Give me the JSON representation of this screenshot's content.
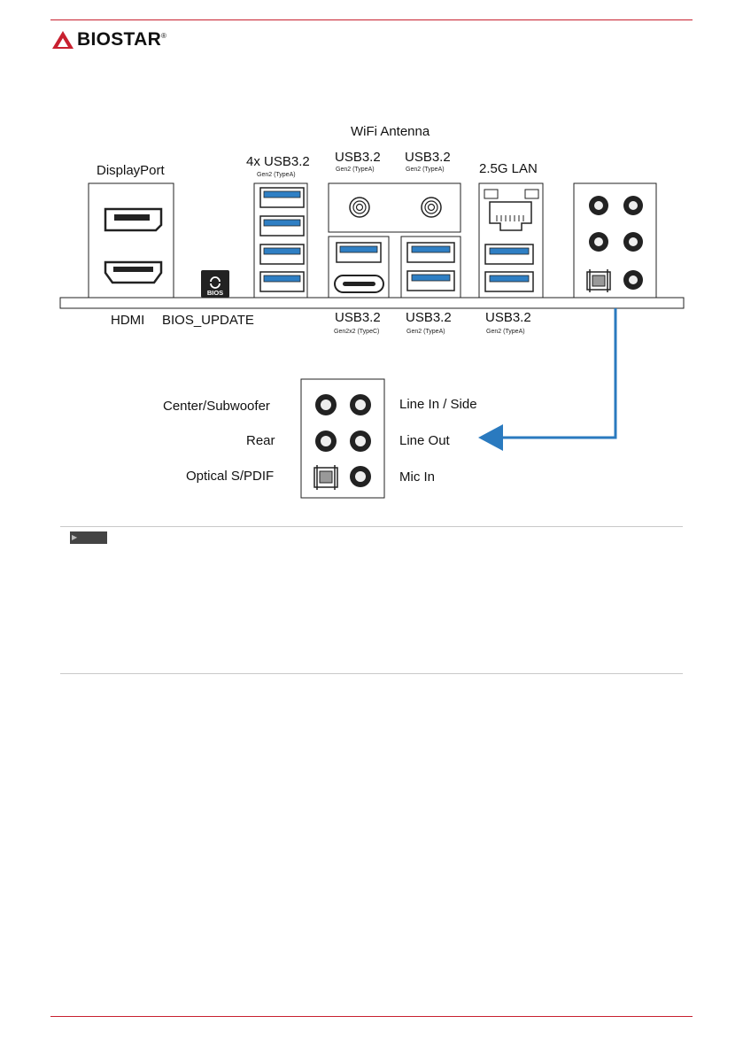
{
  "brand": {
    "name": "BIOSTAR",
    "registered": "®"
  },
  "labels": {
    "wifi_antenna": "WiFi Antenna",
    "displayport": "DisplayPort",
    "usb_4x": "4x USB3.2",
    "usb_4x_sub": "Gen2 (TypeA)",
    "usb_top_1": "USB3.2",
    "usb_top_1_sub": "Gen2 (TypeA)",
    "usb_top_2": "USB3.2",
    "usb_top_2_sub": "Gen2 (TypeA)",
    "lan": "2.5G LAN",
    "hdmi": "HDMI",
    "bios_update": "BIOS_UPDATE",
    "bios_button": "BIOS",
    "usb_bot_1": "USB3.2",
    "usb_bot_1_sub": "Gen2x2 (TypeC)",
    "usb_bot_2": "USB3.2",
    "usb_bot_2_sub": "Gen2 (TypeA)",
    "usb_bot_3": "USB3.2",
    "usb_bot_3_sub": "Gen2 (TypeA)"
  },
  "audio": {
    "center_sub": "Center/Subwoofer",
    "rear": "Rear",
    "optical": "Optical S/PDIF",
    "line_in": "Line In / Side",
    "line_out": "Line Out",
    "mic_in": "Mic In"
  },
  "colors": {
    "brand_red": "#c8202f",
    "usb_blue": "#2f7fc4",
    "arrow_blue": "#2a7abf"
  }
}
